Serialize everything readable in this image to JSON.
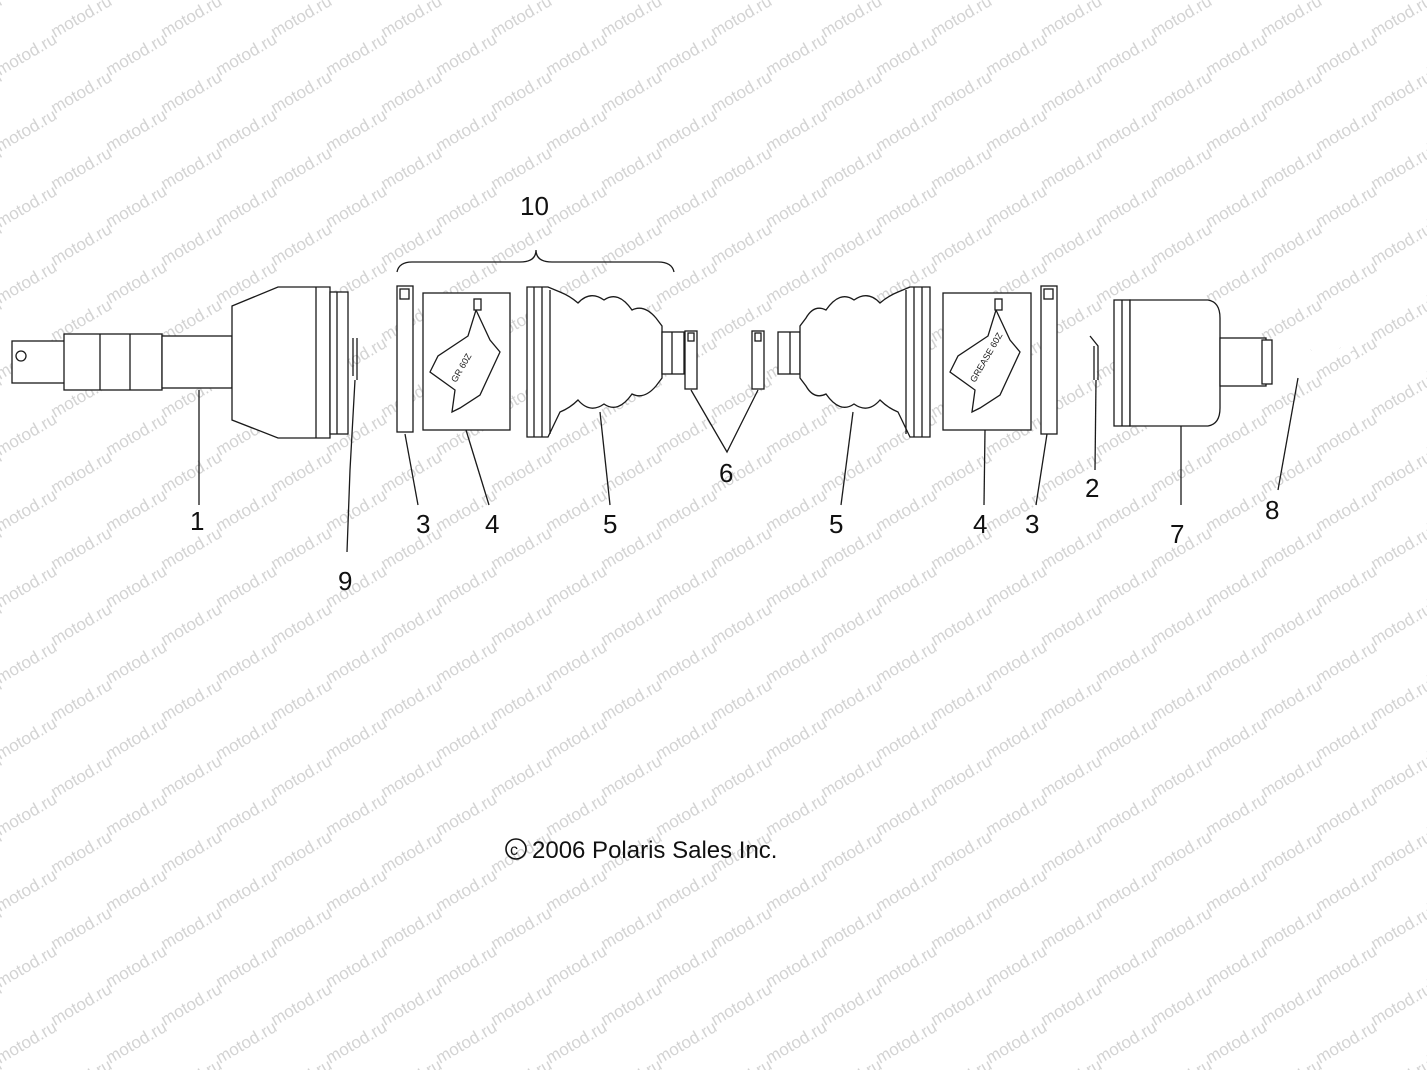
{
  "watermark": {
    "text": "motod.ru",
    "color": "#d3d3d3"
  },
  "copyright": {
    "symbol": "c",
    "text": "2006 Polaris Sales Inc."
  },
  "callouts": {
    "c1": "1",
    "c9": "9",
    "c3a": "3",
    "c4a": "4",
    "c5a": "5",
    "c6": "6",
    "c5b": "5",
    "c4b": "4",
    "c3b": "3",
    "c2": "2",
    "c7": "7",
    "c8": "8",
    "c10": "10"
  },
  "grease_labels": {
    "left": "GR 60Z",
    "right": "GREASE 60Z"
  },
  "colors": {
    "line": "#1a1a1a",
    "background": "#ffffff"
  }
}
